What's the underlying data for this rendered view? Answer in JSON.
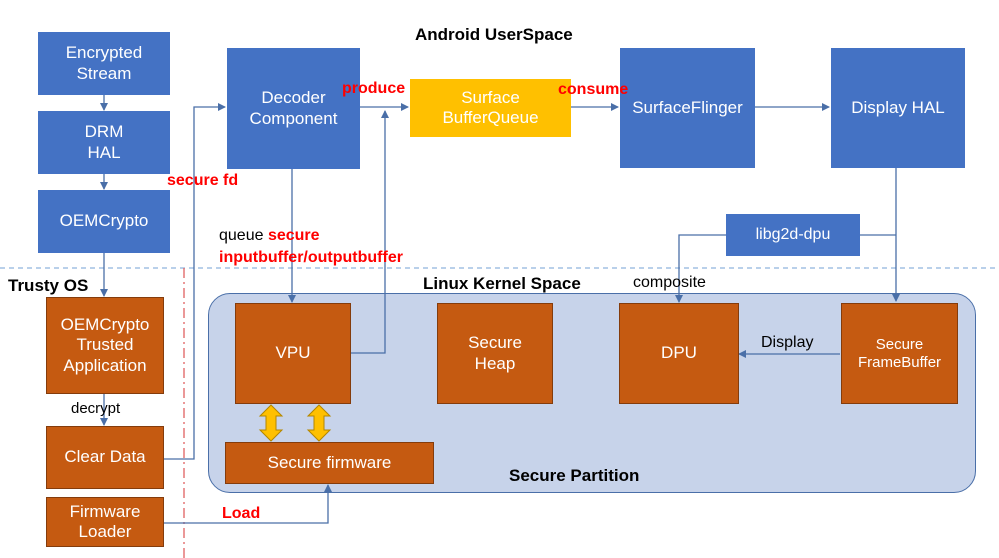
{
  "titles": {
    "userspace": "Android UserSpace",
    "trusty": "Trusty OS",
    "kernel": "Linux Kernel Space",
    "secure_partition": "Secure Partition"
  },
  "boxes": {
    "encrypted_stream": "Encrypted\nStream",
    "drm_hal": "DRM\nHAL",
    "oemcrypto": "OEMCrypto",
    "decoder": "Decoder\nComponent",
    "surface_bufferqueue": "Surface\nBufferQueue",
    "surfaceflinger": "SurfaceFlinger",
    "display_hal": "Display HAL",
    "libg2d": "libg2d-dpu",
    "oemcrypto_ta": "OEMCrypto\nTrusted\nApplication",
    "clear_data": "Clear Data",
    "firmware_loader": "Firmware\nLoader",
    "vpu": "VPU",
    "secure_heap": "Secure\nHeap",
    "dpu": "DPU",
    "secure_framebuffer": "Secure\nFrameBuffer",
    "secure_firmware": "Secure firmware"
  },
  "labels": {
    "produce": "produce",
    "consume": "consume",
    "secure_fd": "secure fd",
    "queue": "queue",
    "secure": "secure",
    "inputoutput": "inputbuffer/outputbuffer",
    "decrypt": "decrypt",
    "composite": "composite",
    "display": "Display",
    "load": "Load"
  },
  "colors": {
    "blue_box": "#4472c4",
    "orange_box": "#c55a11",
    "yellow_box": "#ffc000",
    "kernel_region": "#c7d3ea",
    "red_text": "#ff0000",
    "arrow": "#4a6fa8",
    "separator_blue": "#8fb4de",
    "separator_red": "#e06060"
  }
}
